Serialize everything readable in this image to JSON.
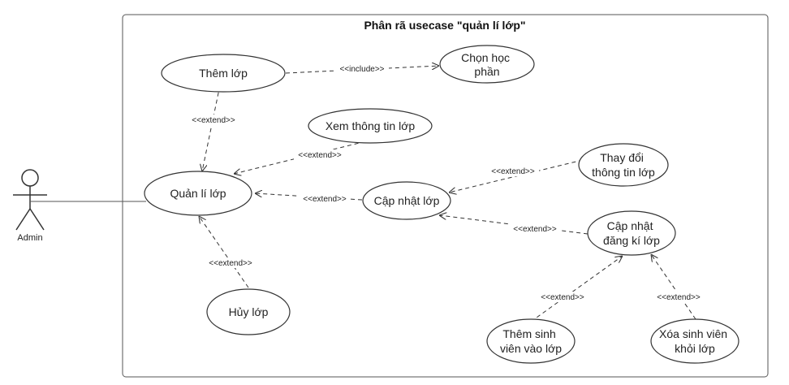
{
  "diagram": {
    "title": "Phân rã usecase \"quản lí lớp\"",
    "actor": {
      "name": "Admin"
    },
    "use_cases": {
      "them_lop": [
        "Thêm lớp"
      ],
      "chon_hoc_phan": [
        "Chọn học",
        "phần"
      ],
      "xem_thong_tin_lop": [
        "Xem thông tin lớp"
      ],
      "quan_li_lop": [
        "Quản lí lớp"
      ],
      "cap_nhat_lop": [
        "Cập nhật lớp"
      ],
      "thay_doi_thong_tin_lop": [
        "Thay đổi",
        "thông tin lớp"
      ],
      "cap_nhat_dang_ki_lop": [
        "Cập nhật",
        "đăng kí lớp"
      ],
      "huy_lop": [
        "Hủy lớp"
      ],
      "them_sinh_vien_vao_lop": [
        "Thêm sinh",
        "viên vào lớp"
      ],
      "xoa_sinh_vien_khoi_lop": [
        "Xóa sinh viên",
        "khỏi lớp"
      ]
    },
    "relations": {
      "include_label": "<<include>>",
      "extend_label": "<<extend>>"
    }
  }
}
